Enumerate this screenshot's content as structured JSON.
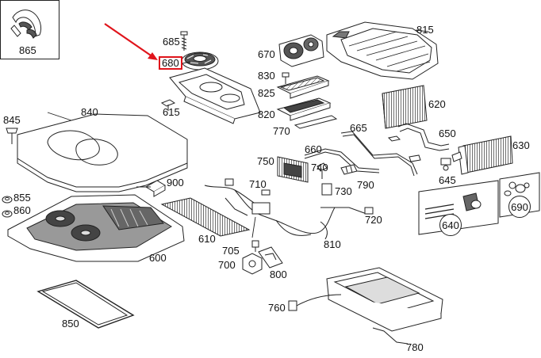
{
  "diagram": {
    "accent_color": "#e0141b",
    "line_color": "#222222",
    "highlighted_part": "680",
    "parts": {
      "p600": "600",
      "p610": "610",
      "p615": "615",
      "p620": "620",
      "p630": "630",
      "p640": "640",
      "p645": "645",
      "p650": "650",
      "p660": "660",
      "p665": "665",
      "p670": "670",
      "p680": "680",
      "p685": "685",
      "p690": "690",
      "p700": "700",
      "p705": "705",
      "p710": "710",
      "p720": "720",
      "p730": "730",
      "p740": "740",
      "p750": "750",
      "p760": "760",
      "p770": "770",
      "p780": "780",
      "p790": "790",
      "p800": "800",
      "p810": "810",
      "p815": "815",
      "p820": "820",
      "p825": "825",
      "p830": "830",
      "p840": "840",
      "p845": "845",
      "p850": "850",
      "p855": "855",
      "p860": "860",
      "p865": "865",
      "p900": "900"
    },
    "icons": [
      "arrow-pointer-icon",
      "screw-icon",
      "nut-icon",
      "grommet-icon"
    ]
  }
}
